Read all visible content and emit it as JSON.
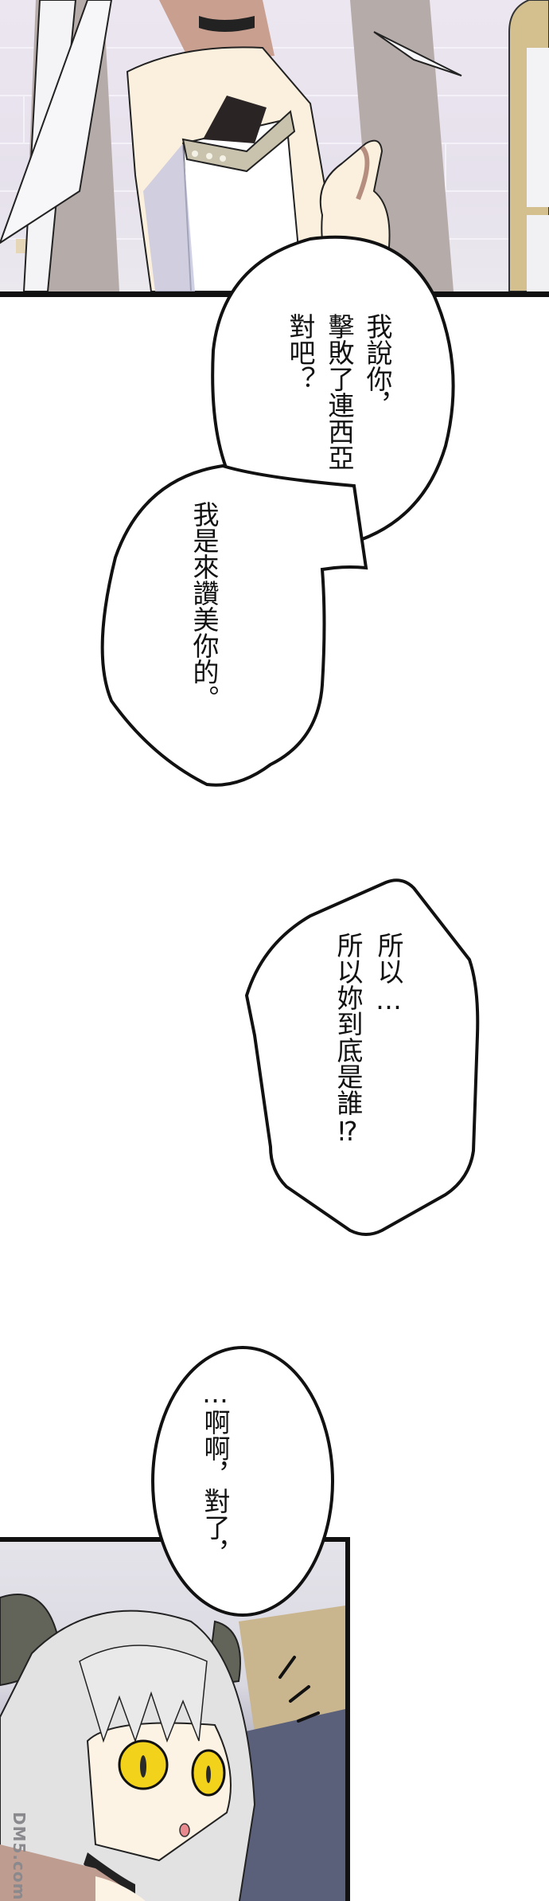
{
  "page": {
    "type": "manga-page",
    "reading_direction": "vertical-rl",
    "background": "#ffffff"
  },
  "panels": [
    {
      "id": "panel-1",
      "description": "White-haired girl in white dress with black choker pointing forward, castle wall background",
      "colors": {
        "hair": "#b3a9a7",
        "skin": "#fcf1e2",
        "dress": "#ffffff",
        "wall": "#e8e2ee",
        "border": "#111111"
      }
    },
    {
      "id": "panel-2",
      "description": "Close-up of white-haired girl with dark curled horns and yellow eyes, surprised expression",
      "colors": {
        "hair": "#d9d7d6",
        "horn": "#5f605a",
        "eyes": "#f2d21a",
        "skin": "#fdf3e6",
        "background_dark": "#545a72",
        "border": "#111111"
      }
    }
  ],
  "bubbles": [
    {
      "id": "bubble-1",
      "columns": [
        "我說你，",
        "擊敗了連西亞",
        "對吧？"
      ]
    },
    {
      "id": "bubble-2",
      "columns": [
        "我是來讚美你的。"
      ]
    },
    {
      "id": "bubble-3",
      "columns": [
        "所以…",
        "所以妳到底是誰⁉"
      ]
    },
    {
      "id": "bubble-4",
      "columns": [
        "…啊啊，對了，"
      ]
    }
  ],
  "effects": {
    "realization_lines": "three short dash marks beside the girl's head"
  },
  "watermark": {
    "text": "DM5.com"
  }
}
